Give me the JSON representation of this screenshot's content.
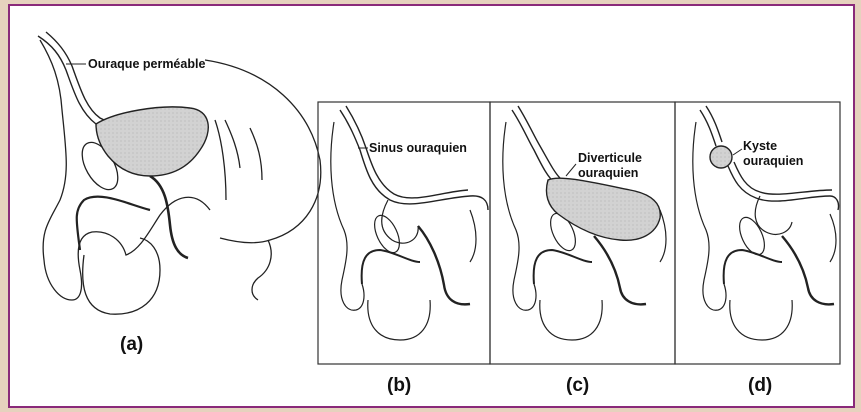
{
  "figure": {
    "labels": {
      "a": "Ouraque perméable",
      "b": "Sinus ouraquien",
      "c_line1": "Diverticule",
      "c_line2": "ouraquien",
      "d_line1": "Kyste",
      "d_line2": "ouraquien"
    },
    "captions": {
      "a": "(a)",
      "b": "(b)",
      "c": "(c)",
      "d": "(d)"
    },
    "colors": {
      "border": "#8a2a7a",
      "background": "#ead8c4",
      "bladder_fill": "#cfcfcf",
      "line": "#222222"
    }
  }
}
